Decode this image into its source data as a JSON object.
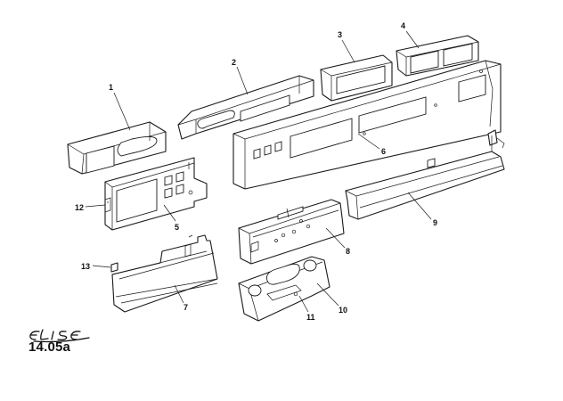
{
  "diagram": {
    "callouts": [
      {
        "id": "c1",
        "label": "1"
      },
      {
        "id": "c2",
        "label": "2"
      },
      {
        "id": "c3",
        "label": "3"
      },
      {
        "id": "c4",
        "label": "4"
      },
      {
        "id": "c5",
        "label": "5"
      },
      {
        "id": "c6",
        "label": "6"
      },
      {
        "id": "c7",
        "label": "7"
      },
      {
        "id": "c8",
        "label": "8"
      },
      {
        "id": "c9",
        "label": "9"
      },
      {
        "id": "c10",
        "label": "10"
      },
      {
        "id": "c11",
        "label": "11"
      },
      {
        "id": "c12",
        "label": "12"
      },
      {
        "id": "c13",
        "label": "13"
      }
    ]
  },
  "footer": {
    "logo_text": "ELISE",
    "page_ref": "14.05a"
  }
}
